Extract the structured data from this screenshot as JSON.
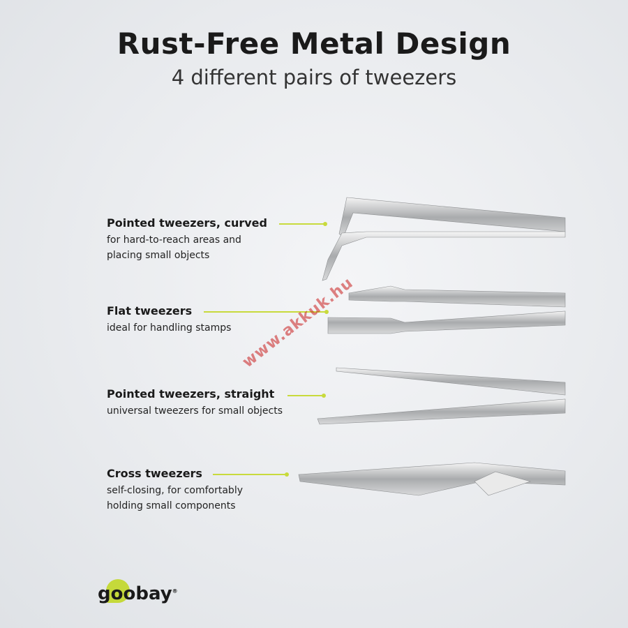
{
  "header": {
    "title": "Rust-Free Metal Design",
    "subtitle": "4 different pairs of tweezers"
  },
  "items": [
    {
      "name": "Pointed tweezers, curved",
      "desc": "for hard-to-reach areas and placing small objects"
    },
    {
      "name": "Flat tweezers",
      "desc": "ideal for handling stamps"
    },
    {
      "name": "Pointed tweezers, straight",
      "desc": "universal tweezers for small objects"
    },
    {
      "name": "Cross tweezers",
      "desc": "self-closing, for comfortably holding small components"
    }
  ],
  "watermark": "www.akkuk.hu",
  "logo": "goobay",
  "colors": {
    "accent": "#c8da3c",
    "background": "#e9ebee",
    "text": "#1a1a1a"
  }
}
